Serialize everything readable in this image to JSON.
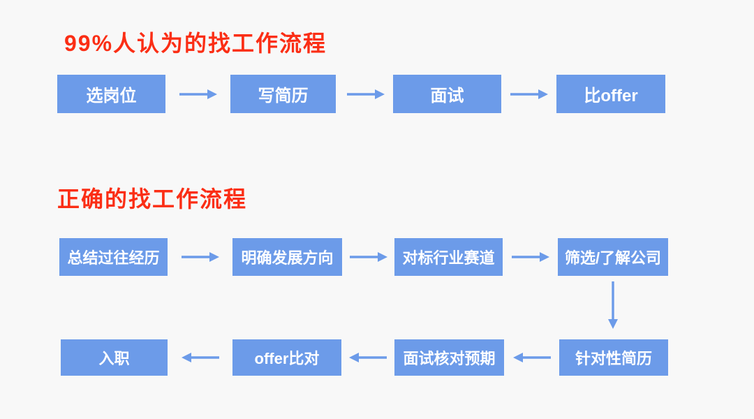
{
  "colors": {
    "background": "#f8f8f8",
    "title_red": "#fb2e15",
    "box_blue": "#6c9be9",
    "arrow_blue": "#6c9be9",
    "box_text": "#ffffff"
  },
  "naive_flow": {
    "title": "99%人认为的找工作流程",
    "steps": [
      "选岗位",
      "写简历",
      "面试",
      "比offer"
    ]
  },
  "correct_flow": {
    "title": "正确的找工作流程",
    "row1_steps": [
      "总结过往经历",
      "明确发展方向",
      "对标行业赛道",
      "筛选/了解公司"
    ],
    "row2_steps": [
      "入职",
      "offer比对",
      "面试核对预期",
      "针对性简历"
    ],
    "flow_order": [
      "总结过往经历",
      "明确发展方向",
      "对标行业赛道",
      "筛选/了解公司",
      "针对性简历",
      "面试核对预期",
      "offer比对",
      "入职"
    ]
  }
}
